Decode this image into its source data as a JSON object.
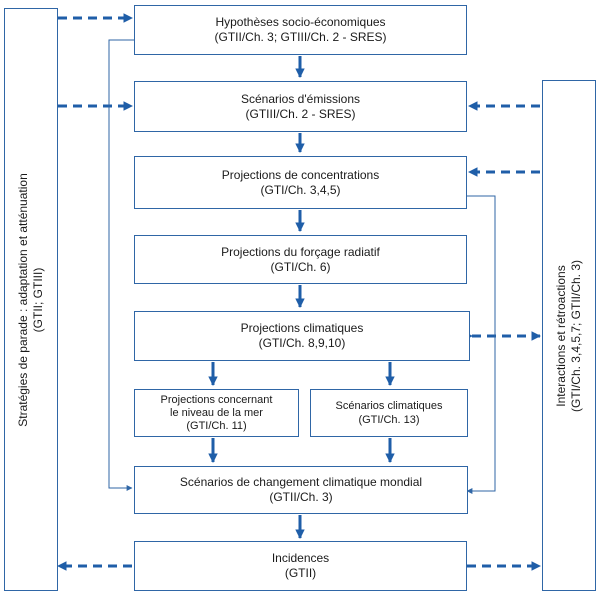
{
  "boxes": {
    "socio": {
      "title": "Hypothèses socio-économiques",
      "sub": "(GTII/Ch. 3; GTIII/Ch. 2 - SRES)"
    },
    "emissions": {
      "title": "Scénarios d'émissions",
      "sub": "(GTIII/Ch. 2 - SRES)"
    },
    "concentrations": {
      "title": "Projections de concentrations",
      "sub": "(GTI/Ch. 3,4,5)"
    },
    "forcage": {
      "title": "Projections du forçage radiatif",
      "sub": "(GTI/Ch. 6)"
    },
    "climatiques": {
      "title": "Projections climatiques",
      "sub": "(GTI/Ch. 8,9,10)"
    },
    "mer": {
      "line1": "Projections concernant",
      "line2": "le niveau de la mer",
      "sub": "(GTI/Ch. 11)"
    },
    "scenarios_clim": {
      "title": "Scénarios climatiques",
      "sub": "(GTI/Ch. 13)"
    },
    "mondial": {
      "title": "Scénarios de changement climatique mondial",
      "sub": "(GTII/Ch. 3)"
    },
    "incidences": {
      "title": "Incidences",
      "sub": "(GTII)"
    }
  },
  "left_panel": {
    "line1": "Stratégies de parade : adaptation et atténuation",
    "line2": "(GTII; GTIII)"
  },
  "right_panel": {
    "line1": "Interactions et rétroactions",
    "line2": "(GTI/Ch. 3,4,5,7; GTII/Ch. 3)"
  },
  "colors": {
    "border": "#2f66a6",
    "arrow": "#1f5ea8"
  }
}
